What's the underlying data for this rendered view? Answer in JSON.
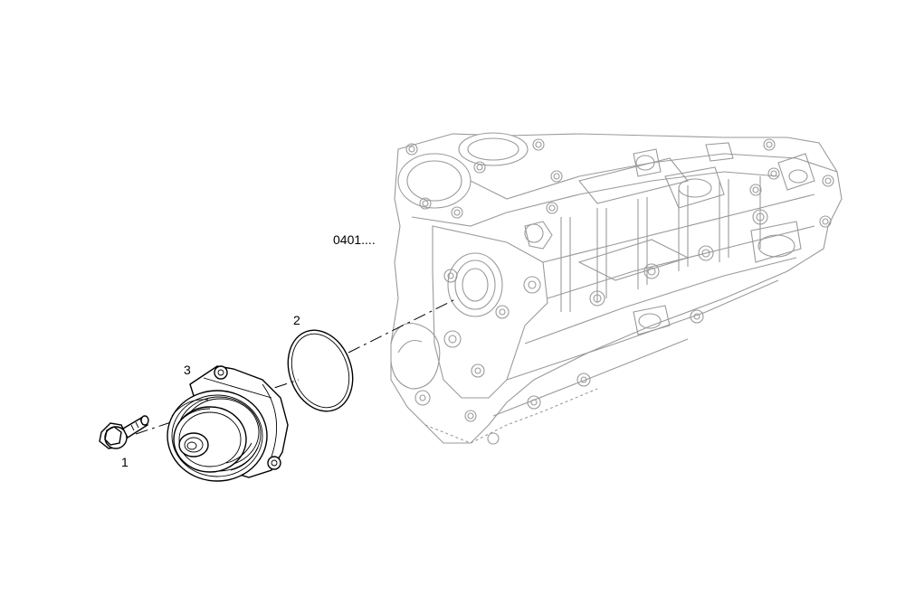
{
  "labels": {
    "ref_block": "0401....",
    "part_1": "1",
    "part_2": "2",
    "part_3": "3"
  },
  "parts": [
    {
      "id": "1",
      "icon": "bolt-icon"
    },
    {
      "id": "2",
      "icon": "o-ring-icon"
    },
    {
      "id": "3",
      "icon": "water-pump-icon"
    }
  ],
  "colors": {
    "part_stroke": "#000000",
    "block_stroke": "#9a9a9a",
    "background": "#ffffff"
  }
}
